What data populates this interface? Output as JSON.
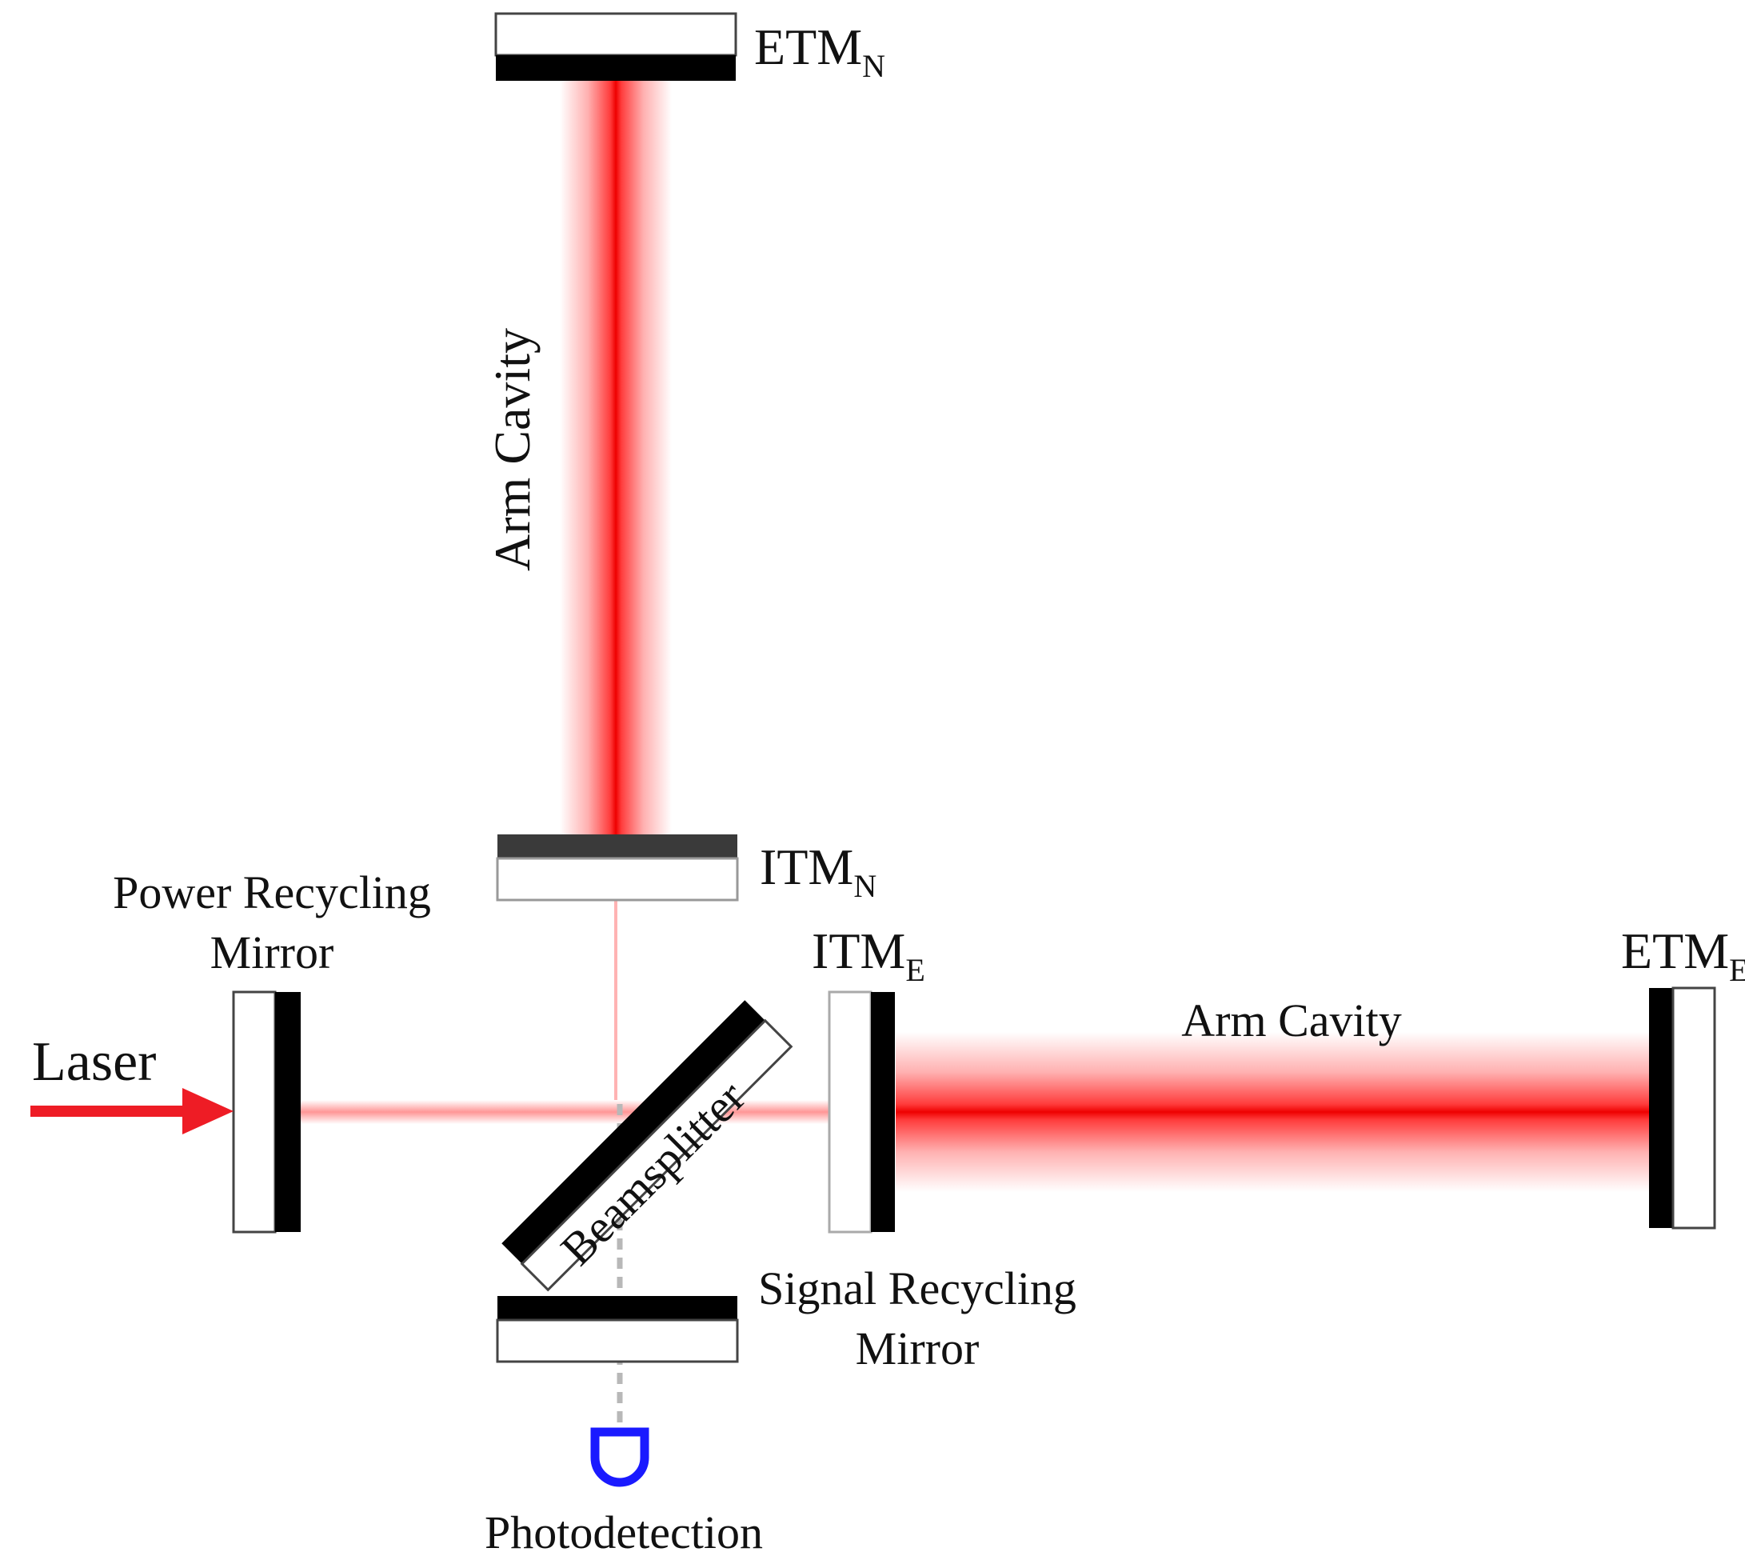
{
  "labels": {
    "etm_n": {
      "main": "ETM",
      "sub": "N"
    },
    "itm_n": {
      "main": "ITM",
      "sub": "N"
    },
    "itm_e": {
      "main": "ITM",
      "sub": "E"
    },
    "etm_e": {
      "main": "ETM",
      "sub": "E"
    },
    "arm_cavity_north": "Arm Cavity",
    "arm_cavity_east": "Arm Cavity",
    "power_recycling": {
      "line1": "Power Recycling",
      "line2": "Mirror"
    },
    "signal_recycling": {
      "line1": "Signal Recycling",
      "line2": "Mirror"
    },
    "laser": "Laser",
    "beamsplitter": "Beamsplitter",
    "photodetection": "Photodetection"
  },
  "colors": {
    "beam": "#ff1a1a",
    "laser_arrow": "#ee1c25",
    "coating": "#000000",
    "itm_n_coating": "#3a3a3a",
    "mirror_outline": "#444444",
    "signal_path": "#b8b8b8",
    "photodetector": "#1a1aff"
  }
}
